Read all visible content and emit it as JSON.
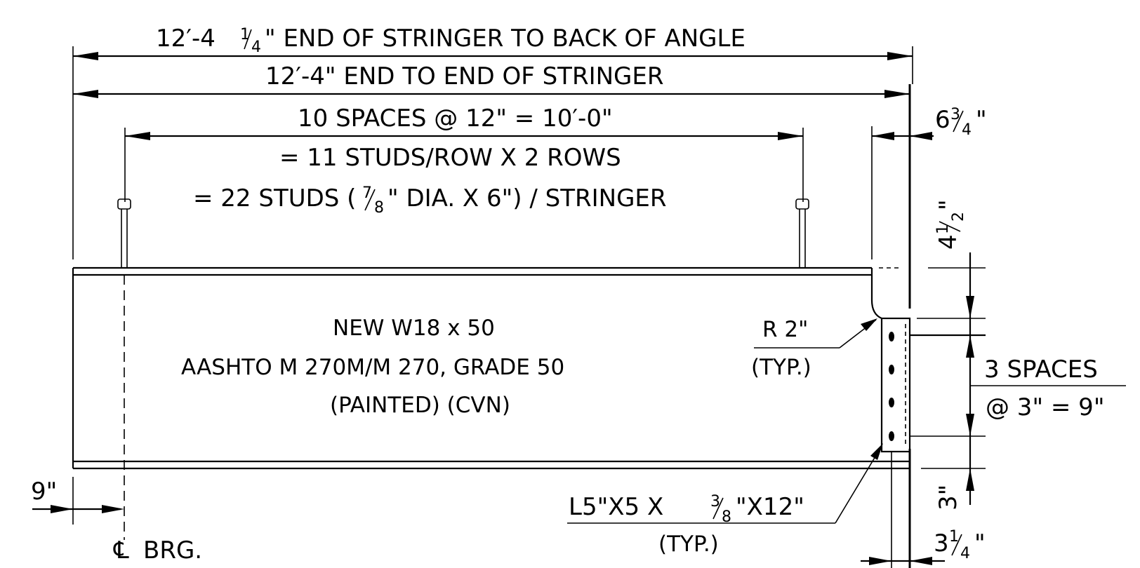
{
  "dimensions": {
    "overall_angle_prefix": "12′-4",
    "overall_angle_frac_num": "1",
    "overall_angle_frac_den": "4",
    "overall_angle_suffix": "\" END OF STRINGER TO BACK OF ANGLE",
    "overall_stringer": "12′-4\" END TO END OF STRINGER",
    "stud_spacing": "10 SPACES @ 12\" = 10′-0\"",
    "studs_per_row": "= 11 STUDS/ROW X 2 ROWS",
    "studs_total_prefix": "= 22 STUDS (",
    "studs_total_frac_num": "7",
    "studs_total_frac_den": "8",
    "studs_total_suffix": "\" DIA. X 6\") / STRINGER",
    "right_top_whole": "6",
    "right_top_num": "3",
    "right_top_den": "4",
    "right_top_unit": "\"",
    "vertical_top_whole": "4",
    "vertical_top_num": "1",
    "vertical_top_den": "2",
    "vertical_top_unit": "\"",
    "bolt_spacing_1": "3 SPACES",
    "bolt_spacing_2": "@ 3\" = 9\"",
    "vertical_bottom": "3\"",
    "bottom_right_whole": "3",
    "bottom_right_num": "1",
    "bottom_right_den": "4",
    "bottom_right_unit": "\"",
    "left_offset": "9\""
  },
  "beam": {
    "line1": "NEW W18 x 50",
    "line2": "AASHTO M 270M/M 270, GRADE 50",
    "line3": "(PAINTED) (CVN)"
  },
  "radius": {
    "label": "R 2\"",
    "typ": "(TYP.)"
  },
  "angle": {
    "label_prefix": "L5\"X5  X",
    "frac_num": "3",
    "frac_den": "8",
    "label_suffix": "\"X12\"",
    "typ": "(TYP.)"
  },
  "bearing": {
    "symbol": "℄",
    "label": "BRG."
  }
}
